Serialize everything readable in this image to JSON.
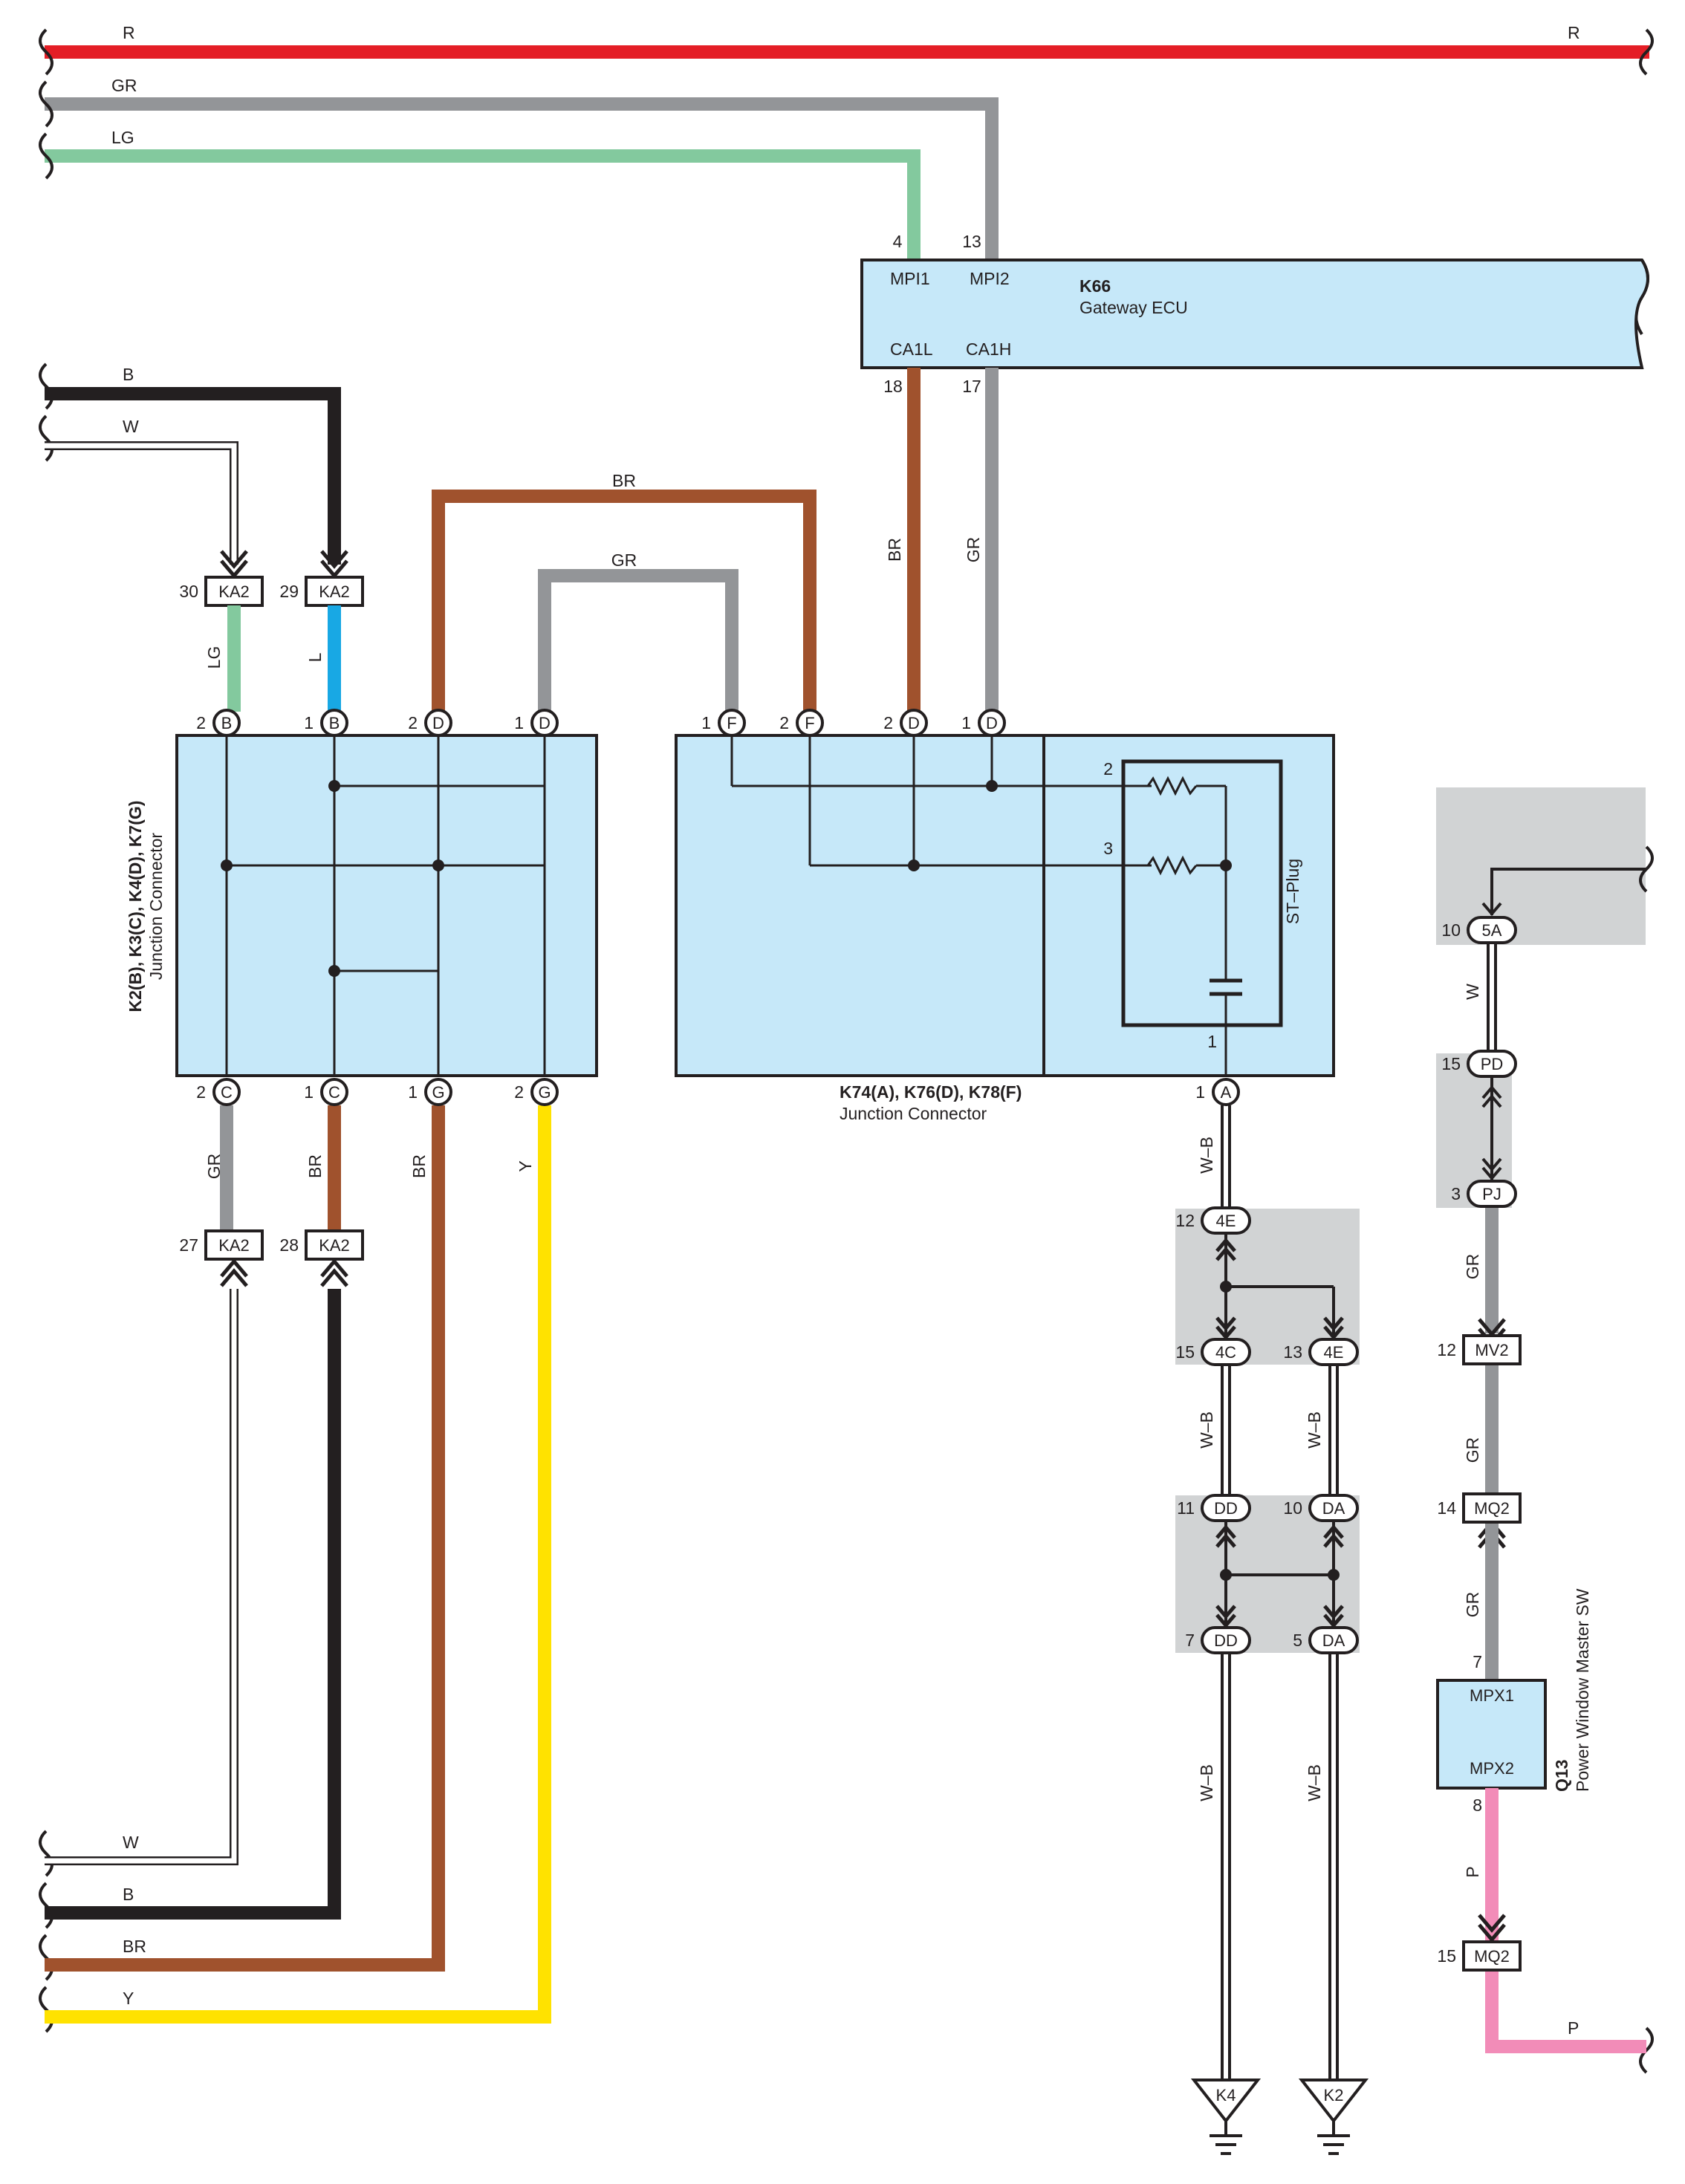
{
  "colors": {
    "R": "#e41e26",
    "GR": "#939598",
    "LG": "#83c99e",
    "B": "#231f20",
    "W": "#ffffff",
    "BR": "#a0522d",
    "L": "#18a8e4",
    "Y": "#ffe200",
    "P": "#f28cb8",
    "component_fill": "#c6e8f9",
    "shade": "#d1d3d4"
  },
  "wires": {
    "top_r": "R",
    "top_gr": "GR",
    "top_lg": "LG",
    "left_b": "B",
    "left_w": "W",
    "br_bridge": "BR",
    "gr_bridge": "GR",
    "ka2_30_lg": "LG",
    "ka2_29_l": "L",
    "k66_br": "BR",
    "k66_gr": "GR",
    "c2_gr": "GR",
    "c1_br": "BR",
    "g1_br": "BR",
    "g2_y": "Y",
    "bottom_w": "W",
    "bottom_b": "B",
    "bottom_br": "BR",
    "bottom_y": "Y",
    "wb_1": "W–B",
    "wb_2": "W–B",
    "wb_3": "W–B",
    "wb_4": "W–B",
    "wb_5": "W–B",
    "q13_w": "W",
    "q13_gr1": "GR",
    "q13_gr2": "GR",
    "q13_gr3": "GR",
    "q13_p": "P",
    "bottom_p": "P"
  },
  "k66": {
    "code": "K66",
    "name": "Gateway ECU",
    "pins": {
      "mpi1": "MPI1",
      "mpi2": "MPI2",
      "ca1l": "CA1L",
      "ca1h": "CA1H"
    },
    "pin_nums": {
      "mpi1": "4",
      "mpi2": "13",
      "ca1l": "18",
      "ca1h": "17"
    }
  },
  "jc_left": {
    "code": "K2(B), K3(C), K4(D), K7(G)",
    "name": "Junction Connector",
    "top": [
      {
        "num": "2",
        "letter": "B"
      },
      {
        "num": "1",
        "letter": "B"
      },
      {
        "num": "2",
        "letter": "D"
      },
      {
        "num": "1",
        "letter": "D"
      }
    ],
    "bottom": [
      {
        "num": "2",
        "letter": "C"
      },
      {
        "num": "1",
        "letter": "C"
      },
      {
        "num": "1",
        "letter": "G"
      },
      {
        "num": "2",
        "letter": "G"
      }
    ]
  },
  "jc_right": {
    "code": "K74(A), K76(D), K78(F)",
    "name": "Junction Connector",
    "top": [
      {
        "num": "1",
        "letter": "F"
      },
      {
        "num": "2",
        "letter": "F"
      },
      {
        "num": "2",
        "letter": "D"
      },
      {
        "num": "1",
        "letter": "D"
      }
    ],
    "bottom": [
      {
        "num": "1",
        "letter": "A"
      }
    ],
    "st_plug": "ST–Plug",
    "st_pins": {
      "p2": "2",
      "p3": "3",
      "p1": "1"
    }
  },
  "ka2": [
    {
      "num": "30",
      "code": "KA2"
    },
    {
      "num": "29",
      "code": "KA2"
    },
    {
      "num": "27",
      "code": "KA2"
    },
    {
      "num": "28",
      "code": "KA2"
    }
  ],
  "ground_conn": {
    "c1": {
      "num": "12",
      "code": "4E"
    },
    "c2": {
      "num": "15",
      "code": "4C"
    },
    "c3": {
      "num": "13",
      "code": "4E"
    },
    "c4": {
      "num": "11",
      "code": "DD"
    },
    "c5": {
      "num": "10",
      "code": "DA"
    },
    "c6": {
      "num": "7",
      "code": "DD"
    },
    "c7": {
      "num": "5",
      "code": "DA"
    }
  },
  "grounds": {
    "g1": "K4",
    "g2": "K2"
  },
  "q13_chain": {
    "c5a": {
      "num": "10",
      "code": "5A"
    },
    "cpd": {
      "num": "15",
      "code": "PD"
    },
    "cpj": {
      "num": "3",
      "code": "PJ"
    },
    "mv2": {
      "num": "12",
      "code": "MV2"
    },
    "mq2a": {
      "num": "14",
      "code": "MQ2"
    },
    "mq2b": {
      "num": "15",
      "code": "MQ2"
    }
  },
  "q13": {
    "code": "Q13",
    "name": "Power Window Master SW",
    "pin_a": "MPX1",
    "pin_b": "MPX2",
    "num_a": "7",
    "num_b": "8"
  }
}
